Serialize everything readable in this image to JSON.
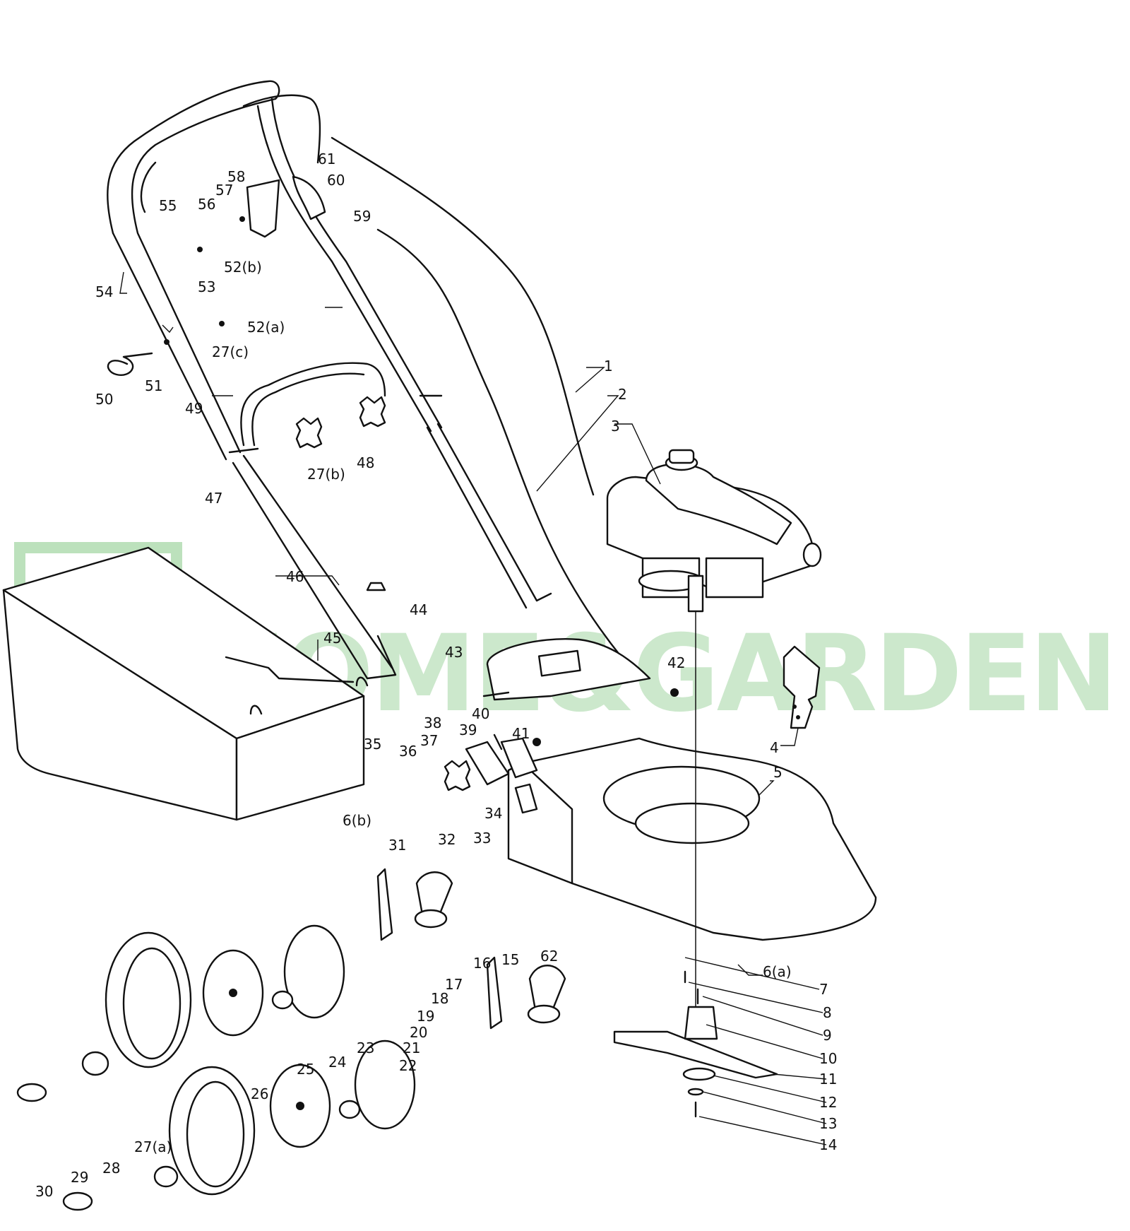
{
  "watermark": {
    "text": "HOME&GARDEN",
    "color": "#6fbf6f"
  },
  "labels": [
    {
      "id": "l1",
      "text": "1"
    },
    {
      "id": "l2",
      "text": "2"
    },
    {
      "id": "l3",
      "text": "3"
    },
    {
      "id": "l4",
      "text": "4"
    },
    {
      "id": "l5",
      "text": "5"
    },
    {
      "id": "l6a",
      "text": "6(a)"
    },
    {
      "id": "l6b",
      "text": "6(b)"
    },
    {
      "id": "l7",
      "text": "7"
    },
    {
      "id": "l8",
      "text": "8"
    },
    {
      "id": "l9",
      "text": "9"
    },
    {
      "id": "l10",
      "text": "10"
    },
    {
      "id": "l11",
      "text": "11"
    },
    {
      "id": "l12",
      "text": "12"
    },
    {
      "id": "l13",
      "text": "13"
    },
    {
      "id": "l14",
      "text": "14"
    },
    {
      "id": "l15",
      "text": "15"
    },
    {
      "id": "l16",
      "text": "16"
    },
    {
      "id": "l17",
      "text": "17"
    },
    {
      "id": "l18",
      "text": "18"
    },
    {
      "id": "l19",
      "text": "19"
    },
    {
      "id": "l20",
      "text": "20"
    },
    {
      "id": "l21",
      "text": "21"
    },
    {
      "id": "l22",
      "text": "22"
    },
    {
      "id": "l23",
      "text": "23"
    },
    {
      "id": "l24",
      "text": "24"
    },
    {
      "id": "l25",
      "text": "25"
    },
    {
      "id": "l26",
      "text": "26"
    },
    {
      "id": "l27a",
      "text": "27(a)"
    },
    {
      "id": "l27b",
      "text": "27(b)"
    },
    {
      "id": "l27c",
      "text": "27(c)"
    },
    {
      "id": "l28",
      "text": "28"
    },
    {
      "id": "l29",
      "text": "29"
    },
    {
      "id": "l30",
      "text": "30"
    },
    {
      "id": "l31",
      "text": "31"
    },
    {
      "id": "l32",
      "text": "32"
    },
    {
      "id": "l33",
      "text": "33"
    },
    {
      "id": "l34",
      "text": "34"
    },
    {
      "id": "l35",
      "text": "35"
    },
    {
      "id": "l36",
      "text": "36"
    },
    {
      "id": "l37",
      "text": "37"
    },
    {
      "id": "l38",
      "text": "38"
    },
    {
      "id": "l39",
      "text": "39"
    },
    {
      "id": "l40",
      "text": "40"
    },
    {
      "id": "l41",
      "text": "41"
    },
    {
      "id": "l42",
      "text": "42"
    },
    {
      "id": "l43",
      "text": "43"
    },
    {
      "id": "l44",
      "text": "44"
    },
    {
      "id": "l45",
      "text": "45"
    },
    {
      "id": "l46",
      "text": "46"
    },
    {
      "id": "l47",
      "text": "47"
    },
    {
      "id": "l48",
      "text": "48"
    },
    {
      "id": "l49",
      "text": "49"
    },
    {
      "id": "l50",
      "text": "50"
    },
    {
      "id": "l51",
      "text": "51"
    },
    {
      "id": "l52a",
      "text": "52(a)"
    },
    {
      "id": "l52b",
      "text": "52(b)"
    },
    {
      "id": "l53",
      "text": "53"
    },
    {
      "id": "l54",
      "text": "54"
    },
    {
      "id": "l55",
      "text": "55"
    },
    {
      "id": "l56",
      "text": "56"
    },
    {
      "id": "l57",
      "text": "57"
    },
    {
      "id": "l58",
      "text": "58"
    },
    {
      "id": "l59",
      "text": "59"
    },
    {
      "id": "l60",
      "text": "60"
    },
    {
      "id": "l61",
      "text": "61"
    },
    {
      "id": "l62",
      "text": "62"
    }
  ]
}
